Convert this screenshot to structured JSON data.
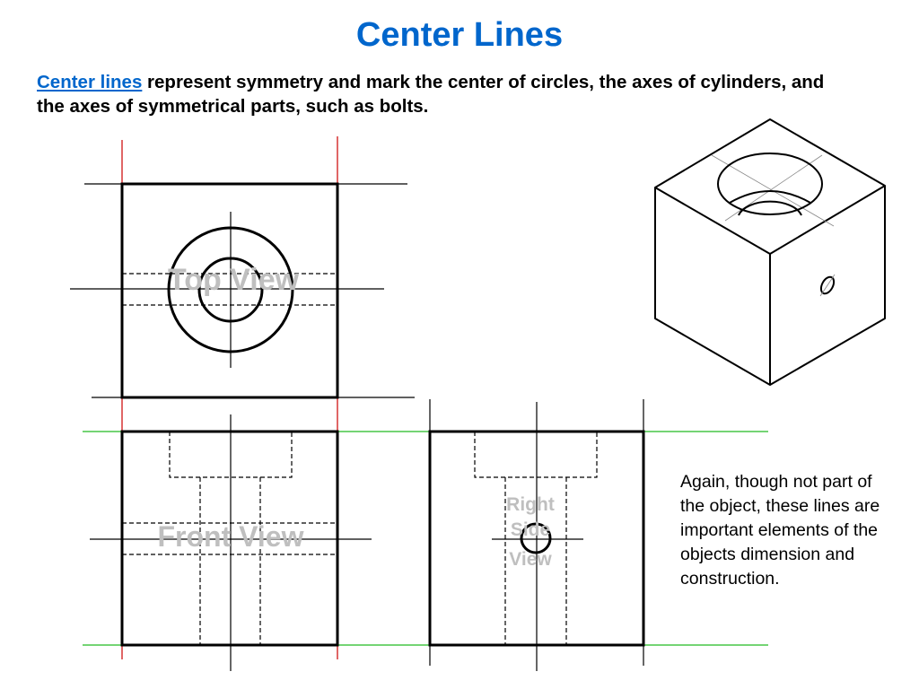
{
  "slide": {
    "title": "Center Lines",
    "intro_link": "Center lines",
    "intro_rest": " represent symmetry and mark the center of circles, the axes of cylinders, and the axes of symmetrical parts, such as bolts.",
    "note": "Again, though not part of the object, these lines are important elements of the objects dimension and construction.",
    "colors": {
      "title": "#0066cc",
      "link": "#0066cc",
      "projection_vertical": "#cc0000",
      "projection_horizontal": "#22bb22",
      "view_label": "#bfbfbf"
    }
  },
  "views": {
    "top": "Top View",
    "front": "Front View",
    "right_line1": "Right",
    "right_line2": "Side",
    "right_line3": "View"
  }
}
